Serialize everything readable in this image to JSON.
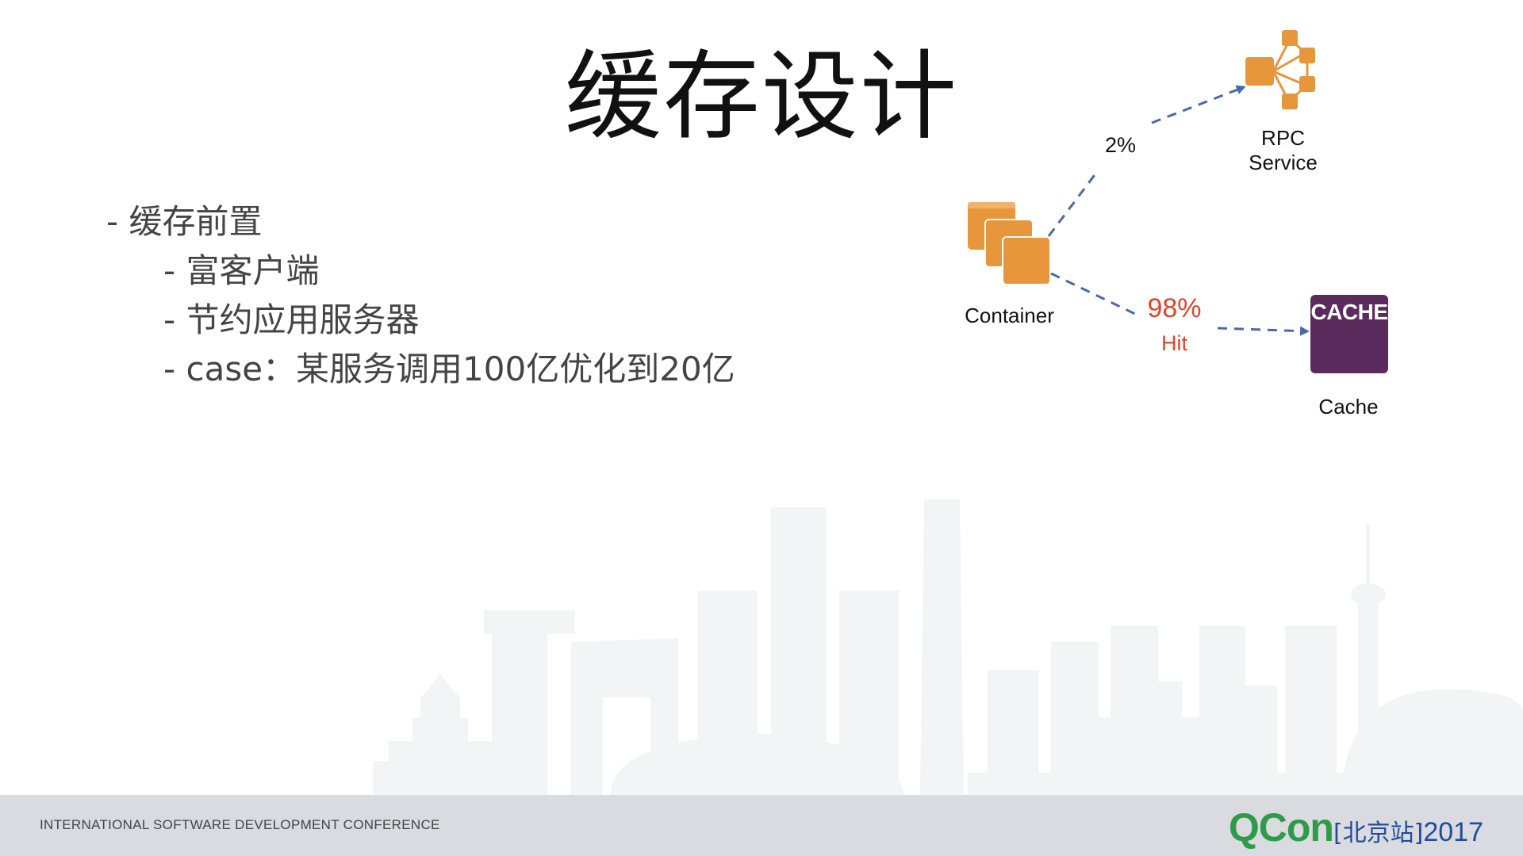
{
  "title": "缓存设计",
  "bullets": [
    "- 缓存前置",
    "- 富客户端",
    "- 节约应用服务器",
    "- case：某服务调用100亿优化到20亿"
  ],
  "diagram": {
    "container_label": "Container",
    "rpc_label_line1": "RPC",
    "rpc_label_line2": "Service",
    "cache_label": "Cache",
    "cache_box_text": "CACHE",
    "miss_pct": "2%",
    "hit_pct": "98%",
    "hit_text": "Hit",
    "colors": {
      "orange": "#e8963c",
      "cache_purple": "#5a2b5c",
      "hit_red": "#e0452b",
      "arrow_blue": "#4a69a8"
    }
  },
  "footer": {
    "conference": "INTERNATIONAL SOFTWARE DEVELOPMENT CONFERENCE",
    "logo_brand": "QCon",
    "logo_location": "[北京站]",
    "logo_year": "2017"
  }
}
